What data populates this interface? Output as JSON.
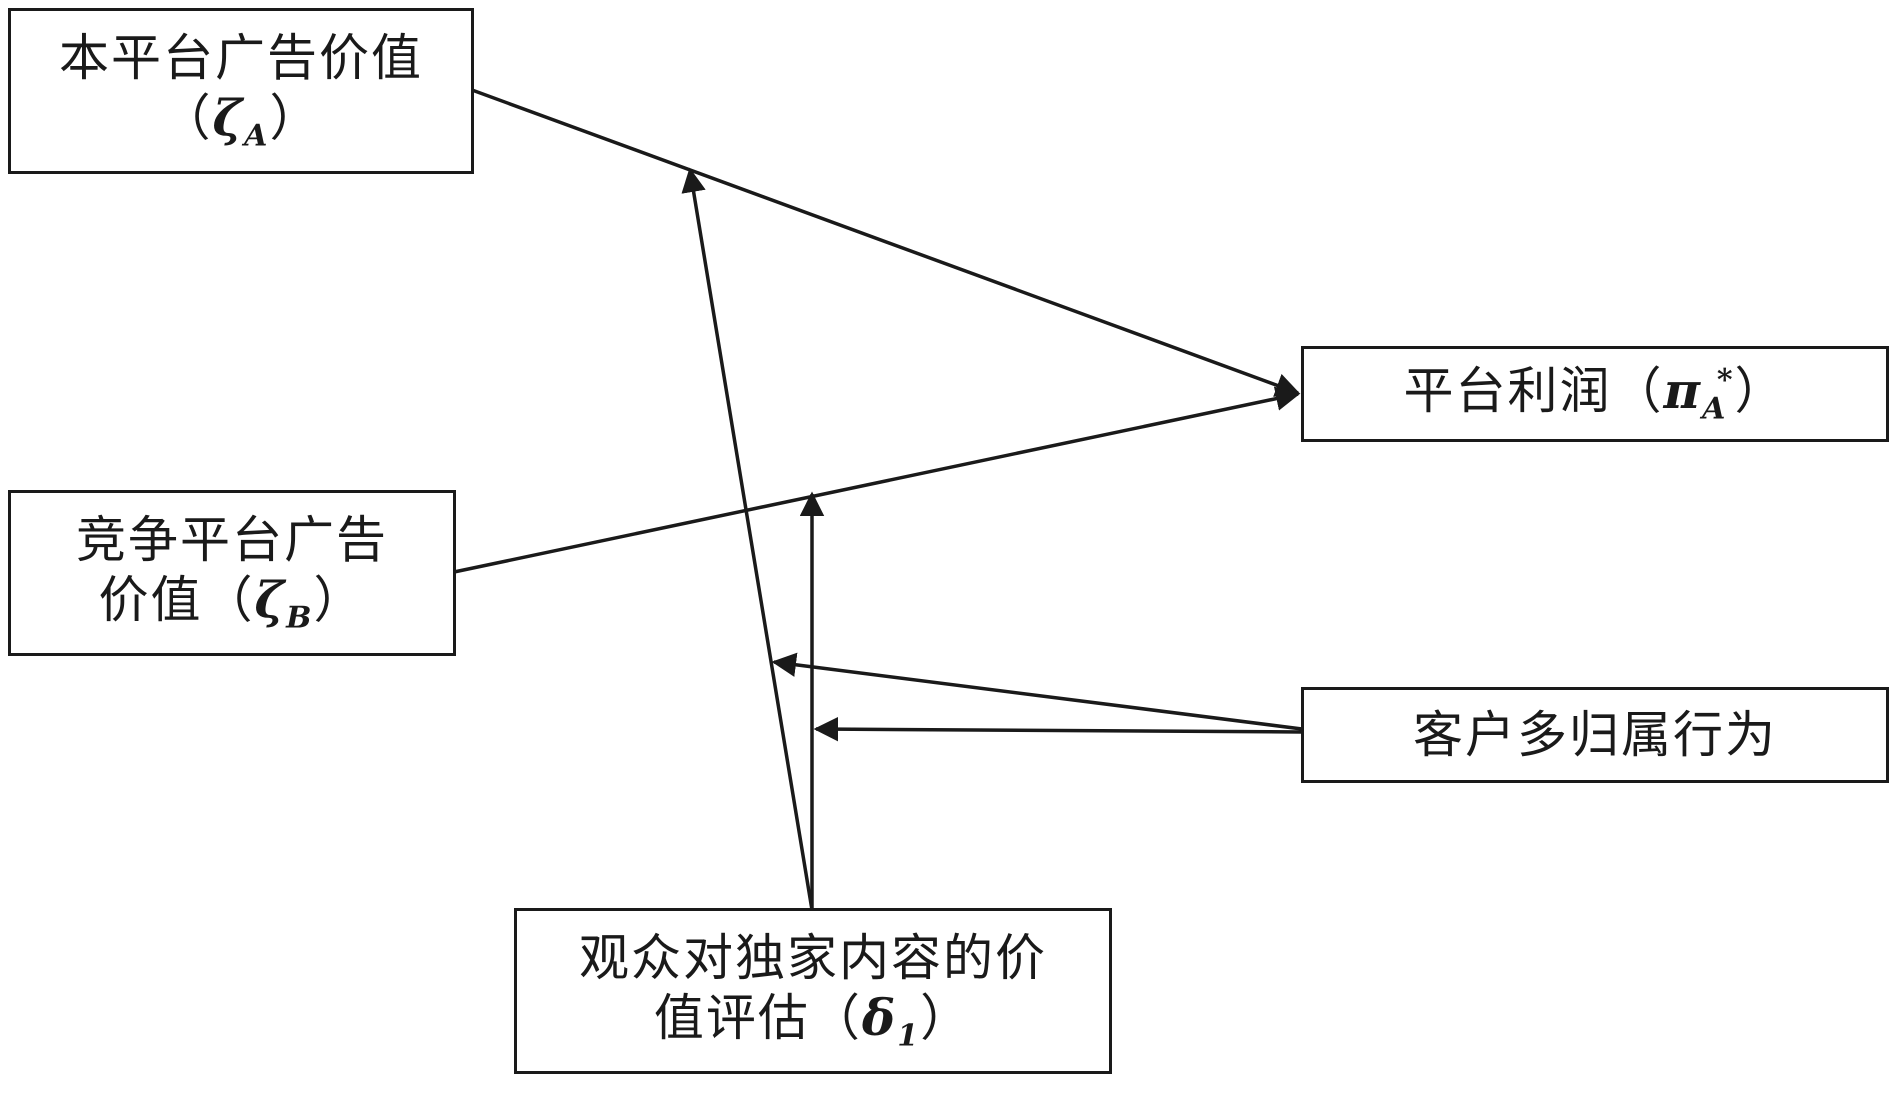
{
  "diagram": {
    "nodes": {
      "own_ad_value": {
        "line1": "本平台广告价值",
        "paren_open": "（",
        "symbol": "ζ",
        "subscript": "A",
        "paren_close": "）"
      },
      "competitor_ad_value": {
        "line1": "竞争平台广告",
        "prefix2": "价值",
        "paren_open": "（",
        "symbol": "ζ",
        "subscript": "B",
        "paren_close": "）"
      },
      "platform_profit": {
        "label": "平台利润",
        "paren_open": "（",
        "symbol": "π",
        "subscript": "A",
        "superscript": "*",
        "paren_close": "）"
      },
      "multi_homing": {
        "label": "客户多归属行为"
      },
      "exclusive_content_valuation": {
        "line1": "观众对独家内容的价",
        "prefix2": "值评估",
        "paren_open": "（",
        "symbol": "δ",
        "subscript": "1",
        "paren_close": "）"
      }
    },
    "edges": [
      {
        "from": "own_ad_value",
        "to": "platform_profit",
        "type": "direct"
      },
      {
        "from": "competitor_ad_value",
        "to": "platform_profit",
        "type": "direct"
      },
      {
        "from": "exclusive_content_valuation",
        "to": "edge:own_ad_value->platform_profit",
        "type": "moderating"
      },
      {
        "from": "exclusive_content_valuation",
        "to": "edge:competitor_ad_value->platform_profit",
        "type": "moderating"
      },
      {
        "from": "multi_homing",
        "to": "edge:exclusive_content_valuation->own_edge",
        "type": "moderating"
      },
      {
        "from": "multi_homing",
        "to": "edge:exclusive_content_valuation->competitor_edge",
        "type": "moderating"
      }
    ],
    "colors": {
      "stroke": "#1a1a1a",
      "background": "#ffffff"
    }
  }
}
